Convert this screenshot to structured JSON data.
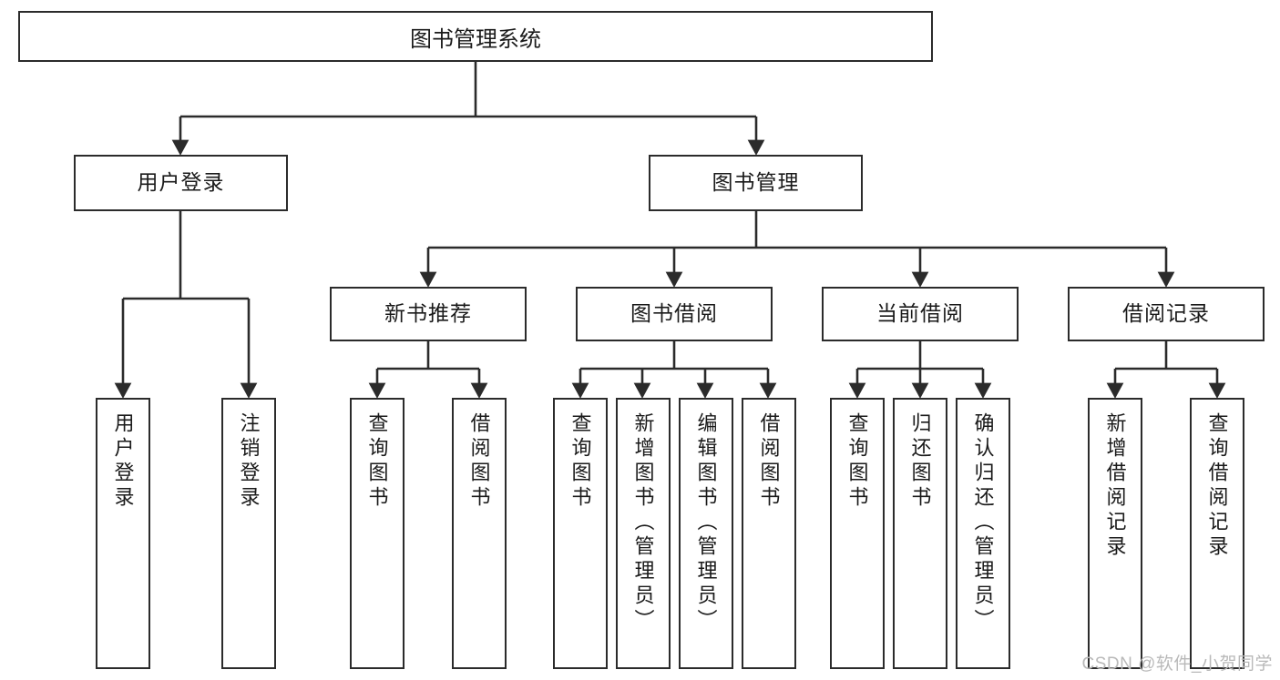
{
  "diagram": {
    "title": "图书管理系统",
    "type": "tree",
    "watermark": "CSDN @软件_小贺同学",
    "colors": {
      "background": "#ffffff",
      "box_border": "#2b2b2b",
      "box_fill": "#ffffff",
      "edge": "#2b2b2b",
      "text": "#1a1a1a",
      "watermark": "#b9b9b9"
    }
  },
  "nodes": {
    "root": {
      "label": "图书管理系统"
    },
    "level2": [
      {
        "id": "user-login",
        "label": "用户登录"
      },
      {
        "id": "book-manage",
        "label": "图书管理"
      }
    ],
    "level3": [
      {
        "id": "new-book-rec",
        "label": "新书推荐"
      },
      {
        "id": "book-borrow",
        "label": "图书借阅"
      },
      {
        "id": "current-borrow",
        "label": "当前借阅"
      },
      {
        "id": "borrow-record",
        "label": "借阅记录"
      }
    ],
    "leaves": {
      "user_login": [
        {
          "id": "leaf-user-login",
          "label": "用户登录"
        },
        {
          "id": "leaf-user-logout",
          "label": "注销登录"
        }
      ],
      "new_book_rec": [
        {
          "id": "leaf-query-book-1",
          "label": "查询图书"
        },
        {
          "id": "leaf-borrow-book-1",
          "label": "借阅图书"
        }
      ],
      "book_borrow": [
        {
          "id": "leaf-query-book-2",
          "label": "查询图书"
        },
        {
          "id": "leaf-add-book",
          "label": "新增图书（管理员）"
        },
        {
          "id": "leaf-edit-book",
          "label": "编辑图书（管理员）"
        },
        {
          "id": "leaf-borrow-book-2",
          "label": "借阅图书"
        }
      ],
      "current_borrow": [
        {
          "id": "leaf-query-book-3",
          "label": "查询图书"
        },
        {
          "id": "leaf-return-book",
          "label": "归还图书"
        },
        {
          "id": "leaf-confirm-return",
          "label": "确认归还（管理员）"
        }
      ],
      "borrow_record": [
        {
          "id": "leaf-add-record",
          "label": "新增借阅记录"
        },
        {
          "id": "leaf-query-record",
          "label": "查询借阅记录"
        }
      ]
    }
  }
}
